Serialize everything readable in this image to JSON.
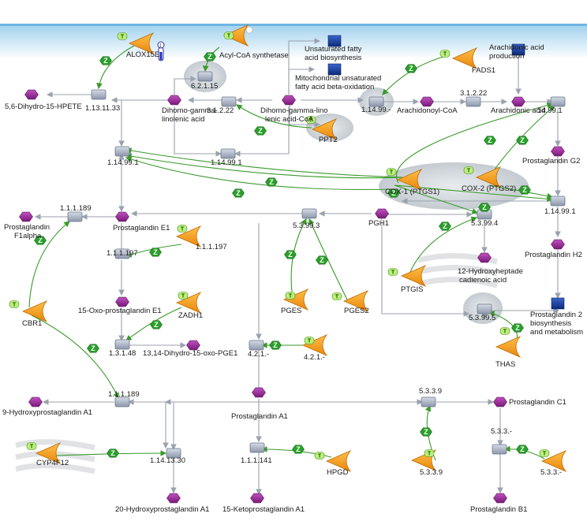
{
  "labels": {
    "alox15e": "ALOX15E",
    "acylcoa": "Acyl-CoA synthetase",
    "unsat_fa": "Unsaturated fatty",
    "unsat_fa2": "acid biosynthesis",
    "arach_prod": "Arachidonic acid",
    "arach_prod2": "production",
    "fads1": "FADS1",
    "mito1": "Mitochondrial unsaturated",
    "mito2": "fatty acid beta-oxidation",
    "e_62115": "6.2.1.15",
    "hpete": "5,6-Dihydro-15-HPETE",
    "e_1131133": "1.13.11.33",
    "dgla1": "Dihomo-gamma-",
    "dgla2": "linolenic acid",
    "e_31222a": "3.1.2.22",
    "dglacoa1": "Dihomo-gamma-lino",
    "dglacoa2": "lenic acid-CoA",
    "e_1149dash": "1.14.99.-",
    "arachcoa": "Arachidonoyl-CoA",
    "e_31222b": "3.1.2.22",
    "arach": "Arachidonic acid",
    "e_114991a": "14.99.1",
    "ppt2": "PPT2",
    "e_114991b": "1.14.99.1",
    "e_114991c": "1.14.99.1",
    "pgg2": "Prostaglandin G2",
    "cox1": "COX-1 (PTGS1)",
    "cox2": "COX-2 (PTGS2)",
    "e_111189a": "1.1.1.189",
    "pgf1a1": "Prostaglandin",
    "pgf1a2": "F1alpha",
    "pge1": "Prostaglandin E1",
    "e_53993": "5.3.99.3",
    "pgh1": "PGH1",
    "e_53994": "5.3.99.4",
    "e_114991d": "1.14.99.1",
    "e_111197a": "1.1.1.197",
    "e_111197b": "1.1.1.197",
    "pgh2": "Prostaglandin H2",
    "hhtre1": "12-Hydroxyheptade",
    "hhtre2": "cadienoic acid",
    "ptgis": "PTGIS",
    "cbr1": "CBR1",
    "oxo": "15-Oxo-prostaglandin E1",
    "zadh1": "ZADH1",
    "pges": "PGES",
    "pges2": "PGES2",
    "pg2bio1": "Prostaglandin 2",
    "pg2bio2": "biosynthesis",
    "pg2bio3": "and metabolism",
    "e_53995": "5.3.99.5",
    "e_1348": "1.3.1.48",
    "dihydro": "13,14-Dihydro-15-oxo-PGE1",
    "e_421a": "4.2.1.-",
    "e_421b": "4.2.1.-",
    "thas": "THAS",
    "e_111189b": "1.1.1.189",
    "hydroxypga1": "9-Hydroxyprostaglandin A1",
    "pga1": "Prostaglandin A1",
    "e_5339a": "5.3.3.9",
    "pgc1": "Prostaglandin C1",
    "cyp4f12": "CYP4F12",
    "e_1141330": "1.14.13.30",
    "e_111141": "1.1.1.141",
    "hpgd": "HPGD",
    "e_5339b": "5.3.3.9",
    "e_533dash": "5.3.3.-",
    "e_533dashb": "5.3.3.-",
    "hydroxy20": "20-Hydroxyprostaglandin A1",
    "keto15": "15-Ketoprostaglandin A1",
    "pgb1": "Prostaglandin B1"
  },
  "markers": {
    "z": "Z",
    "t": "T"
  },
  "colors": {
    "enzyme": "#f59a1a",
    "compound": "#9b2a9b",
    "process": "#1c3f99",
    "reaction": "#9aa6b8",
    "catalysis": "#3a9a2a",
    "edge": "#9aa2ae",
    "header": "#dff0fb"
  },
  "icons": {
    "enzyme": "orange-arrowhead-icon",
    "compound": "purple-hexagon-icon",
    "process": "blue-square-icon",
    "reaction": "grey-reaction-node-icon",
    "catalysis": "green-z-hexagon-icon",
    "thermometer": "thermometer-icon"
  }
}
